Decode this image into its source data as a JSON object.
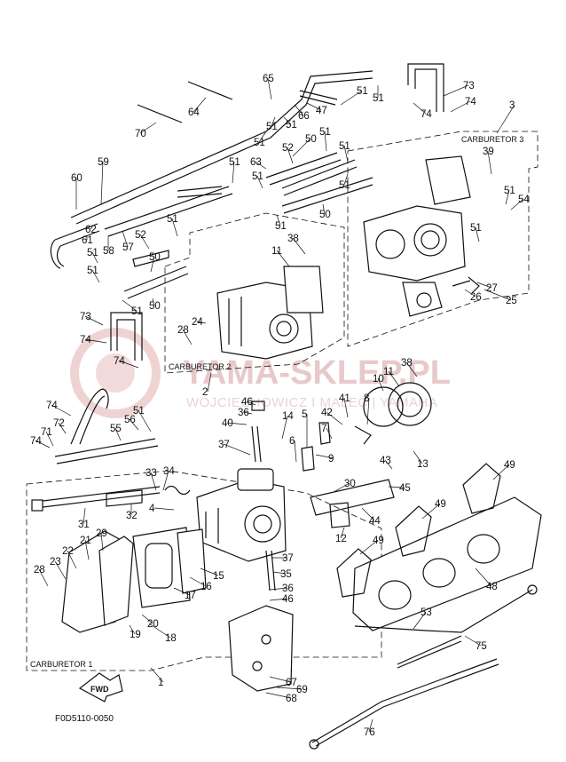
{
  "watermark": {
    "line1": "YAMA-SKLEP.PL",
    "line2": "WOJCIECHOWICZ I MALEC | YAMAHA"
  },
  "boxes": {
    "carb1": "CARBURETOR 1",
    "carb2": "CARBURETOR 2",
    "carb3": "CARBURETOR 3"
  },
  "fwd_label": "FWD",
  "diagram_code": "F0D5110-0050",
  "callouts": [
    {
      "id": "c1",
      "t": "1"
    },
    {
      "id": "c2",
      "t": "2"
    },
    {
      "id": "c3",
      "t": "3"
    },
    {
      "id": "c4",
      "t": "4"
    },
    {
      "id": "c5",
      "t": "5"
    },
    {
      "id": "c6",
      "t": "6"
    },
    {
      "id": "c7",
      "t": "7"
    },
    {
      "id": "c8",
      "t": "8"
    },
    {
      "id": "c9",
      "t": "9"
    },
    {
      "id": "c10",
      "t": "10"
    },
    {
      "id": "c11a",
      "t": "11"
    },
    {
      "id": "c11b",
      "t": "11"
    },
    {
      "id": "c12",
      "t": "12"
    },
    {
      "id": "c13",
      "t": "13"
    },
    {
      "id": "c14",
      "t": "14"
    },
    {
      "id": "c15",
      "t": "15"
    },
    {
      "id": "c16",
      "t": "16"
    },
    {
      "id": "c17",
      "t": "17"
    },
    {
      "id": "c18",
      "t": "18"
    },
    {
      "id": "c19",
      "t": "19"
    },
    {
      "id": "c20",
      "t": "20"
    },
    {
      "id": "c21",
      "t": "21"
    },
    {
      "id": "c22",
      "t": "22"
    },
    {
      "id": "c23",
      "t": "23"
    },
    {
      "id": "c24",
      "t": "24"
    },
    {
      "id": "c25",
      "t": "25"
    },
    {
      "id": "c26",
      "t": "26"
    },
    {
      "id": "c27",
      "t": "27"
    },
    {
      "id": "c28a",
      "t": "28"
    },
    {
      "id": "c28b",
      "t": "28"
    },
    {
      "id": "c29",
      "t": "29"
    },
    {
      "id": "c30",
      "t": "30"
    },
    {
      "id": "c31",
      "t": "31"
    },
    {
      "id": "c32",
      "t": "32"
    },
    {
      "id": "c33",
      "t": "33"
    },
    {
      "id": "c34",
      "t": "34"
    },
    {
      "id": "c35",
      "t": "35"
    },
    {
      "id": "c36a",
      "t": "36"
    },
    {
      "id": "c36b",
      "t": "36"
    },
    {
      "id": "c37a",
      "t": "37"
    },
    {
      "id": "c37b",
      "t": "37"
    },
    {
      "id": "c38a",
      "t": "38"
    },
    {
      "id": "c38b",
      "t": "38"
    },
    {
      "id": "c39",
      "t": "39"
    },
    {
      "id": "c40",
      "t": "40"
    },
    {
      "id": "c41",
      "t": "41"
    },
    {
      "id": "c42",
      "t": "42"
    },
    {
      "id": "c43",
      "t": "43"
    },
    {
      "id": "c44",
      "t": "44"
    },
    {
      "id": "c45",
      "t": "45"
    },
    {
      "id": "c46a",
      "t": "46"
    },
    {
      "id": "c46b",
      "t": "46"
    },
    {
      "id": "c47",
      "t": "47"
    },
    {
      "id": "c48",
      "t": "48"
    },
    {
      "id": "c49a",
      "t": "49"
    },
    {
      "id": "c49b",
      "t": "49"
    },
    {
      "id": "c49c",
      "t": "49"
    },
    {
      "id": "c50a",
      "t": "50"
    },
    {
      "id": "c50b",
      "t": "50"
    },
    {
      "id": "c50c",
      "t": "50"
    },
    {
      "id": "c50d",
      "t": "50"
    },
    {
      "id": "c51a",
      "t": "51"
    },
    {
      "id": "c51b",
      "t": "51"
    },
    {
      "id": "c51c",
      "t": "51"
    },
    {
      "id": "c51d",
      "t": "51"
    },
    {
      "id": "c51e",
      "t": "51"
    },
    {
      "id": "c51f",
      "t": "51"
    },
    {
      "id": "c51g",
      "t": "51"
    },
    {
      "id": "c51h",
      "t": "51"
    },
    {
      "id": "c51i",
      "t": "51"
    },
    {
      "id": "c51j",
      "t": "51"
    },
    {
      "id": "c51k",
      "t": "51"
    },
    {
      "id": "c51l",
      "t": "51"
    },
    {
      "id": "c51m",
      "t": "51"
    },
    {
      "id": "c51n",
      "t": "51"
    },
    {
      "id": "c51o",
      "t": "51"
    },
    {
      "id": "c51p",
      "t": "51"
    },
    {
      "id": "c51q",
      "t": "51"
    },
    {
      "id": "c51r",
      "t": "51"
    },
    {
      "id": "c52a",
      "t": "52"
    },
    {
      "id": "c52b",
      "t": "52"
    },
    {
      "id": "c53",
      "t": "53"
    },
    {
      "id": "c54",
      "t": "54"
    },
    {
      "id": "c55",
      "t": "55"
    },
    {
      "id": "c56",
      "t": "56"
    },
    {
      "id": "c57",
      "t": "57"
    },
    {
      "id": "c58",
      "t": "58"
    },
    {
      "id": "c59",
      "t": "59"
    },
    {
      "id": "c60",
      "t": "60"
    },
    {
      "id": "c61",
      "t": "61"
    },
    {
      "id": "c62",
      "t": "62"
    },
    {
      "id": "c63",
      "t": "63"
    },
    {
      "id": "c64",
      "t": "64"
    },
    {
      "id": "c65",
      "t": "65"
    },
    {
      "id": "c66",
      "t": "66"
    },
    {
      "id": "c67",
      "t": "67"
    },
    {
      "id": "c68",
      "t": "68"
    },
    {
      "id": "c69",
      "t": "69"
    },
    {
      "id": "c70",
      "t": "70"
    },
    {
      "id": "c71",
      "t": "71"
    },
    {
      "id": "c72",
      "t": "72"
    },
    {
      "id": "c73a",
      "t": "73"
    },
    {
      "id": "c73b",
      "t": "73"
    },
    {
      "id": "c74a",
      "t": "74"
    },
    {
      "id": "c74b",
      "t": "74"
    },
    {
      "id": "c74c",
      "t": "74"
    },
    {
      "id": "c74d",
      "t": "74"
    },
    {
      "id": "c74e",
      "t": "74"
    },
    {
      "id": "c74f",
      "t": "74"
    },
    {
      "id": "c75",
      "t": "75"
    },
    {
      "id": "c76",
      "t": "76"
    }
  ]
}
